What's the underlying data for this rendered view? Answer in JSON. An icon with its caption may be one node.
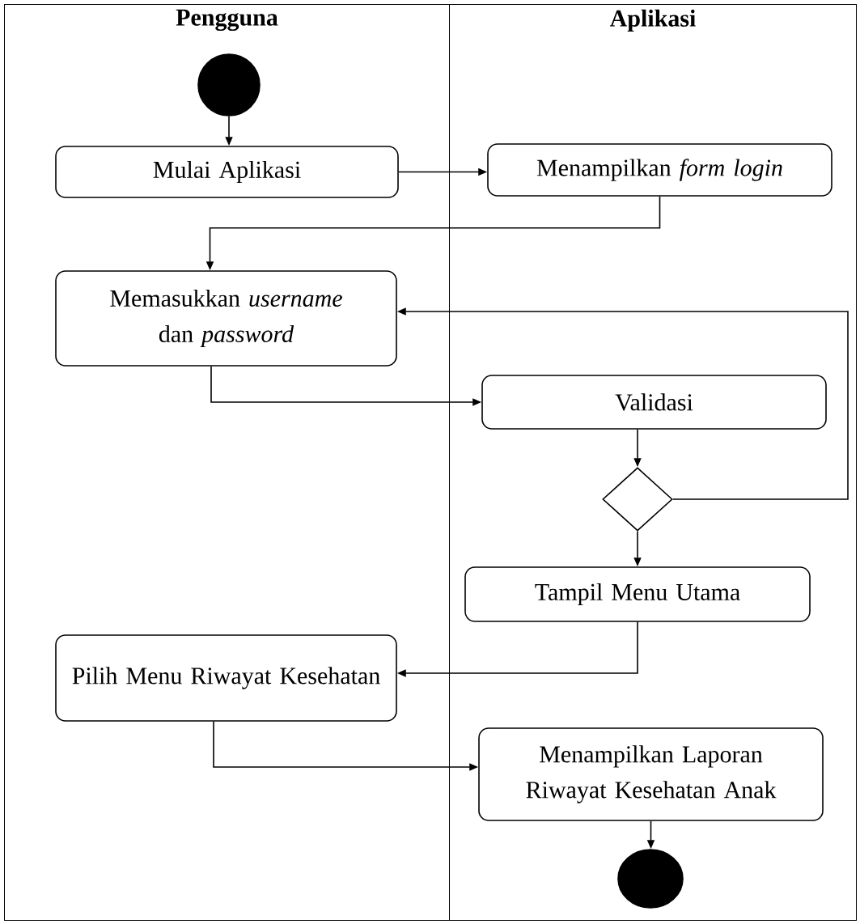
{
  "diagram": {
    "nodes": [
      {
        "text": [
          "Pengguna"
        ]
      },
      {
        "text": [
          "Aplikasi"
        ]
      },
      {
        "text": [],
        "shape": "circle",
        "in": 0
      },
      {
        "text": [
          "Mulai Aplikasi"
        ],
        "in": 0
      },
      {
        "text": [
          "Menampilkan *form login*"
        ],
        "in": 1
      },
      {
        "text": [
          "Memasukkan *username* dan *password*"
        ],
        "in": 0
      },
      {
        "text": [
          "Validasi"
        ],
        "in": 1
      },
      {
        "text": [],
        "shape": "diamond",
        "in": 1
      },
      {
        "text": [
          "Tampil Menu Utama"
        ],
        "in": 1
      },
      {
        "text": [
          "Pilih Menu Riwayat Kesehatan"
        ],
        "in": 0
      },
      {
        "text": [
          "Menampilkan Laporan Riwayat Kesehatan Anak"
        ],
        "in": 1
      },
      {
        "text": [],
        "shape": "circle",
        "in": 1
      }
    ],
    "edges": [
      {
        "from": 2,
        "to": 3,
        "arrow": "to"
      },
      {
        "from": 3,
        "to": 4,
        "arrow": "to"
      },
      {
        "from": 4,
        "to": 5,
        "arrow": "to"
      },
      {
        "from": 5,
        "to": 6,
        "arrow": "to"
      },
      {
        "from": 6,
        "to": 7,
        "arrow": "to"
      },
      {
        "from": 7,
        "to": 5,
        "arrow": "to"
      },
      {
        "from": 7,
        "to": 8,
        "arrow": "to"
      },
      {
        "from": 8,
        "to": 9,
        "arrow": "to"
      },
      {
        "from": 9,
        "to": 10,
        "arrow": "to"
      },
      {
        "from": 10,
        "to": 11,
        "arrow": "to"
      }
    ]
  }
}
